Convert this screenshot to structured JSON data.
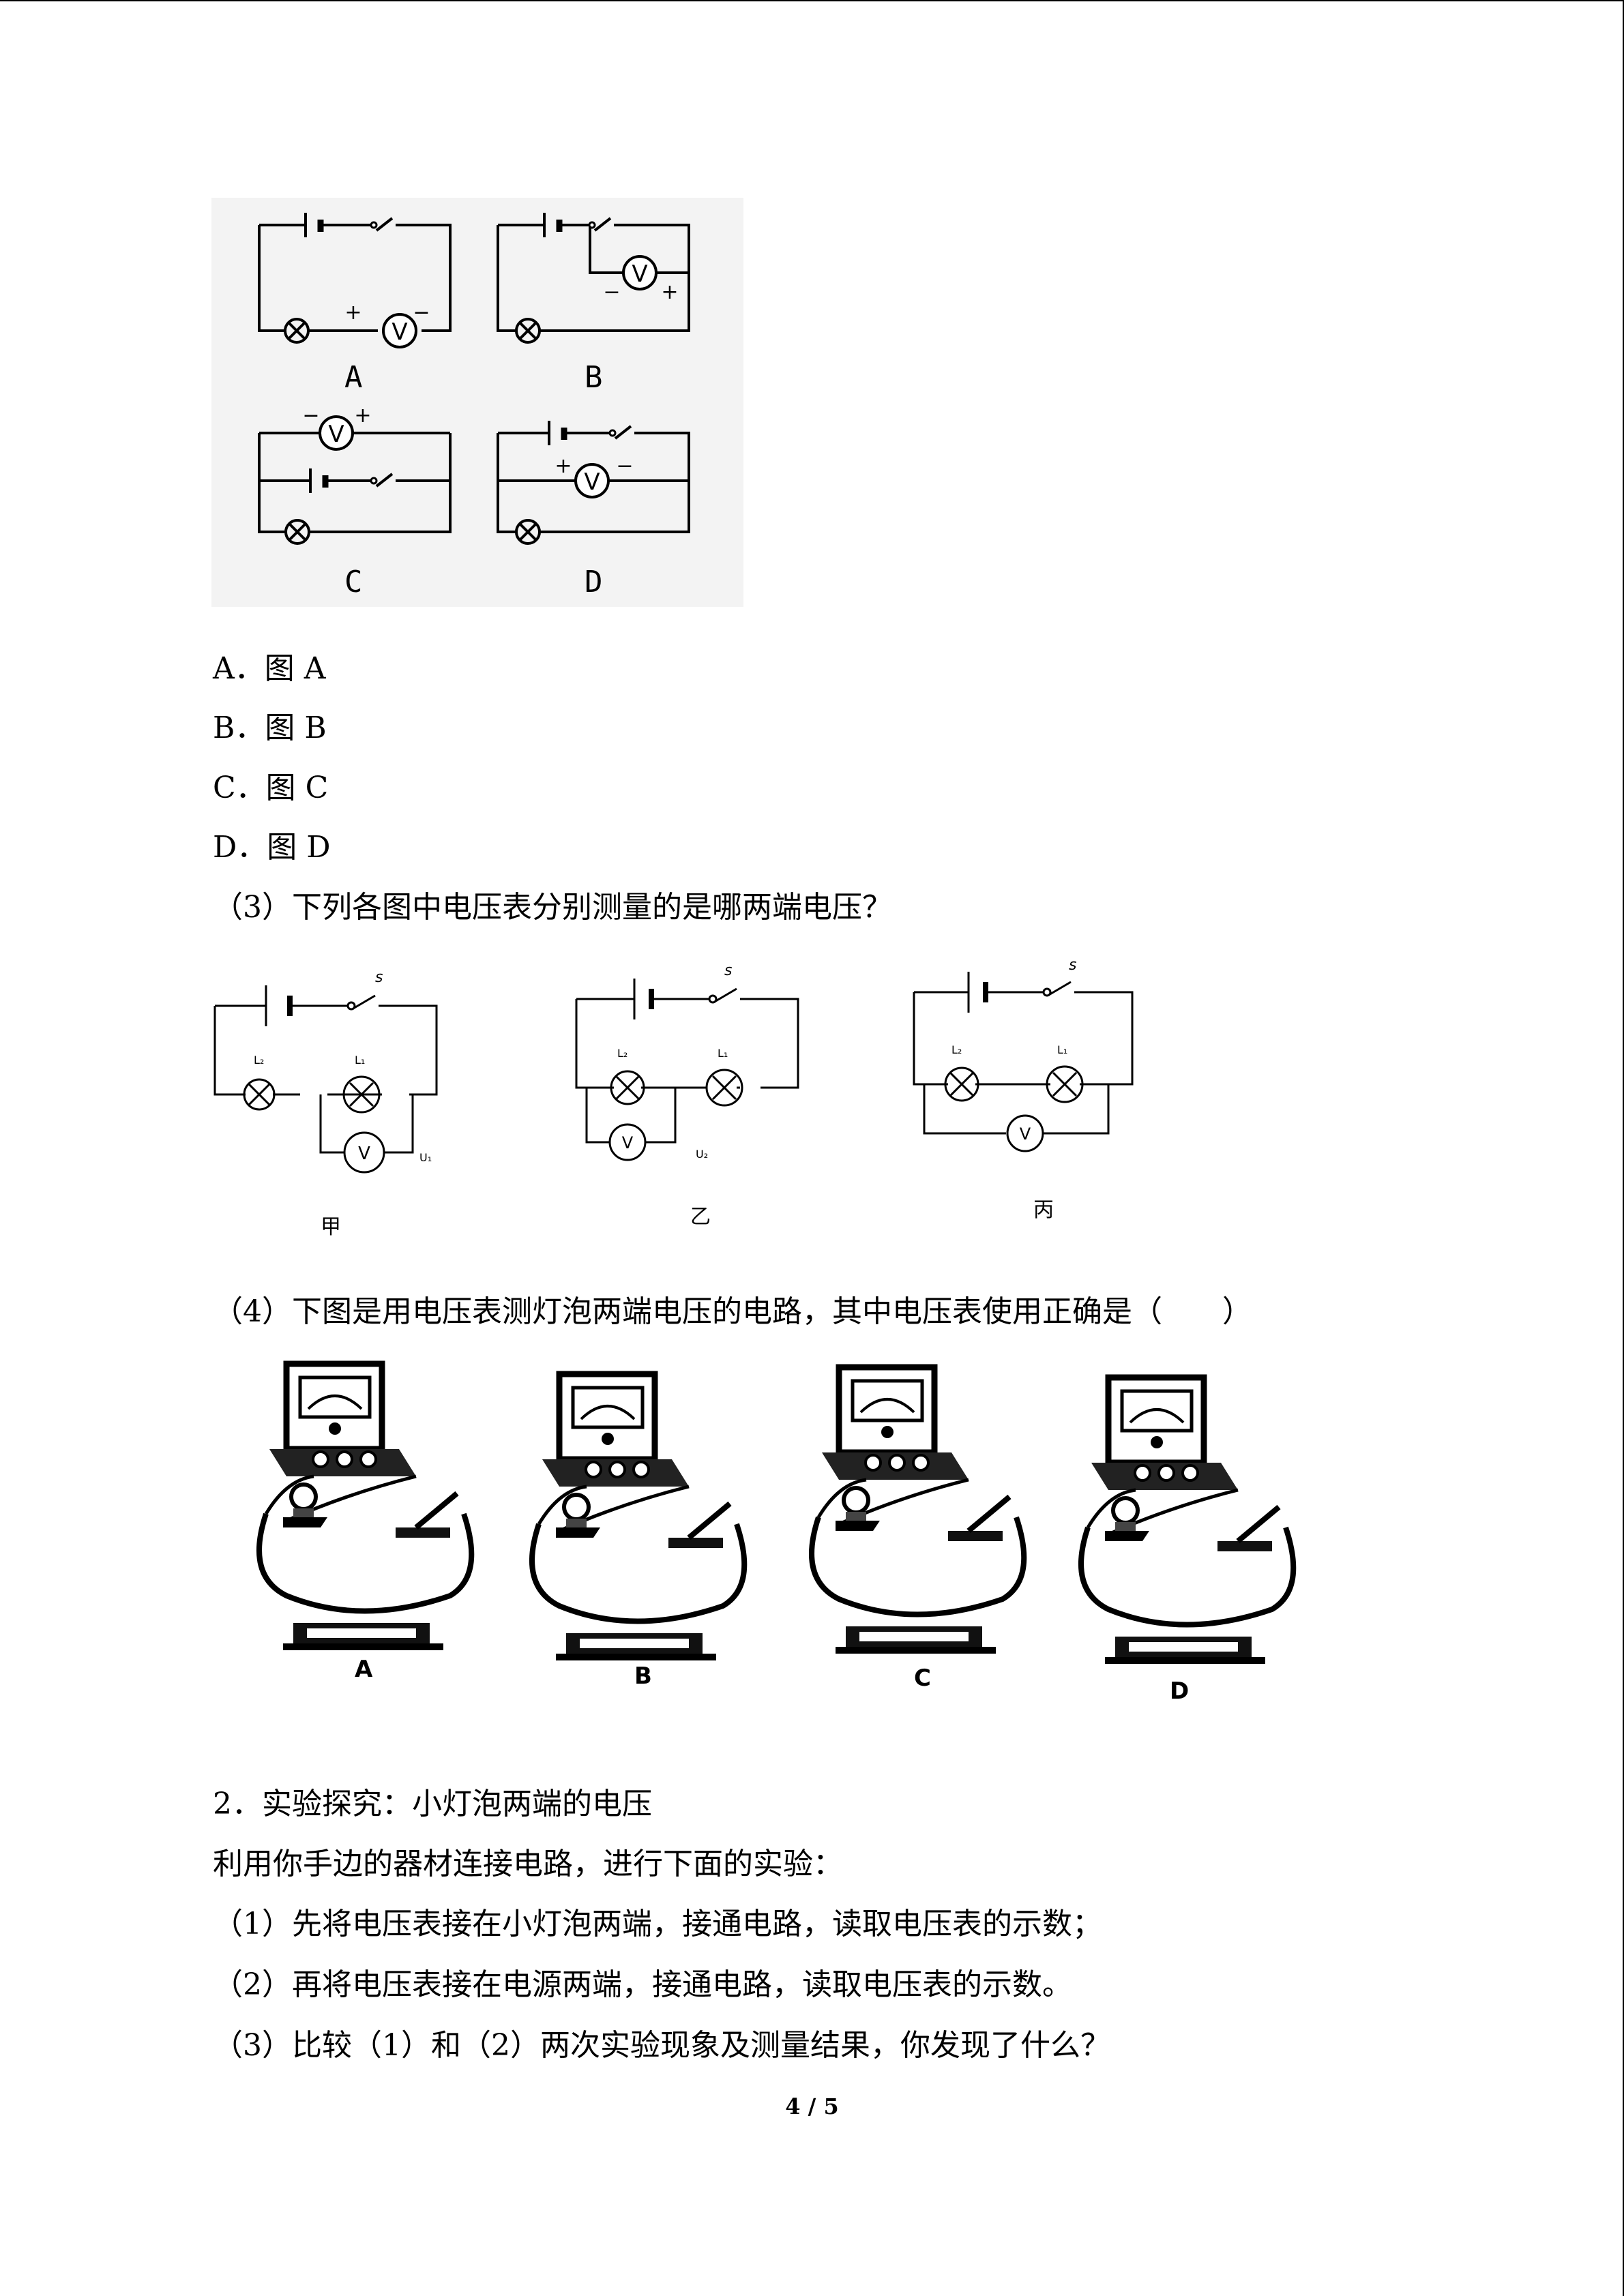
{
  "fig1": {
    "captions": [
      "A",
      "B",
      "C",
      "D"
    ],
    "meter_label": "V",
    "plus": "+",
    "minus": "−"
  },
  "options": [
    {
      "key": "A．",
      "text": "图 A"
    },
    {
      "key": "B．",
      "text": "图 B"
    },
    {
      "key": "C．",
      "text": "图 C"
    },
    {
      "key": "D．",
      "text": "图 D"
    }
  ],
  "q3": "（3）下列各图中电压表分别测量的是哪两端电压？",
  "fig2": {
    "captions": [
      "甲",
      "乙",
      "丙"
    ],
    "switch_label": "s",
    "lamp_labels": [
      "L₂",
      "L₁"
    ],
    "voltage_labels": [
      "U₁",
      "U₂"
    ],
    "meter_label": "V"
  },
  "q4": "（4）下图是用电压表测灯泡两端电压的电路，其中电压表使用正确是（　　）",
  "fig3": {
    "captions": [
      "A",
      "B",
      "C",
      "D"
    ]
  },
  "section2": {
    "title": "2．实验探究：小灯泡两端的电压",
    "intro": "利用你手边的器材连接电路，进行下面的实验：",
    "steps": [
      "（1）先将电压表接在小灯泡两端，接通电路，读取电压表的示数；",
      "（2）再将电压表接在电源两端，接通电路，读取电压表的示数。",
      "（3）比较（1）和（2）两次实验现象及测量结果，你发现了什么？"
    ]
  },
  "page_number": "4 / 5"
}
